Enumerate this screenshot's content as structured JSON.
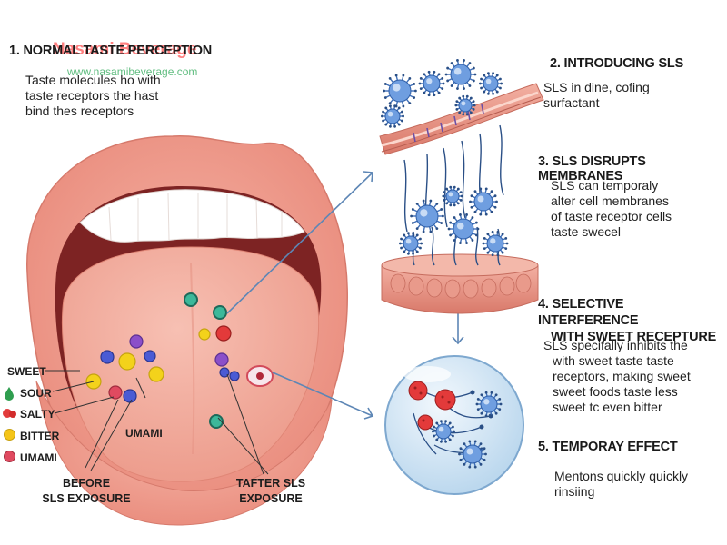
{
  "watermark": {
    "brand": "Nasami Beverage",
    "url": "www.nasamibeverage.com"
  },
  "steps": [
    {
      "heading": "1.  NORMAL TASTE PERCEPTION",
      "lines": [
        "Taste molecules ho with",
        "taste receptors the hast",
        "bind thes receptors"
      ]
    },
    {
      "heading": "2. INTRODUCING SLS",
      "lines": [
        "SLS in dine, cofing",
        "surfactant"
      ]
    },
    {
      "heading": "3. SLS DISRUPTS MEMBRANES",
      "lines": [
        "SLS can temporaly",
        "alter cell membranes",
        "of taste receptor cells",
        "taste swecel"
      ]
    },
    {
      "heading_lines": [
        "4. SELECTIVE INTERFERENCE",
        "WITH SWEET RECEPTURE"
      ],
      "lines": [
        "SLS specifally inhibits the",
        "with sweet taste taste",
        "receptors, making sweet",
        "sweet foods taste less",
        "sweet tc even bitter"
      ]
    },
    {
      "heading": "5. TEMPORAY EFFECT",
      "lines": [
        "Mentons quickly quickly",
        "rinsiing"
      ]
    }
  ],
  "legend": [
    {
      "label": "SWEET",
      "color": "#f2d21b",
      "icon": "arrow-icon"
    },
    {
      "label": "SOUR",
      "color": "#2f9e4f",
      "icon": "drop-icon"
    },
    {
      "label": "SALTY",
      "color": "#e23b3b",
      "icon": "salt-icon"
    },
    {
      "label": "BITTER",
      "color": "#f5c518",
      "icon": "circle-icon"
    },
    {
      "label": "UMAMI",
      "color": "#e04a60",
      "icon": "circle-icon"
    }
  ],
  "labels": {
    "umami": "UMAMI",
    "before": [
      "BEFORE",
      "SLS EXPOSURE"
    ],
    "after": [
      "TAFTER SLS",
      "EXPOSURE"
    ]
  }
}
